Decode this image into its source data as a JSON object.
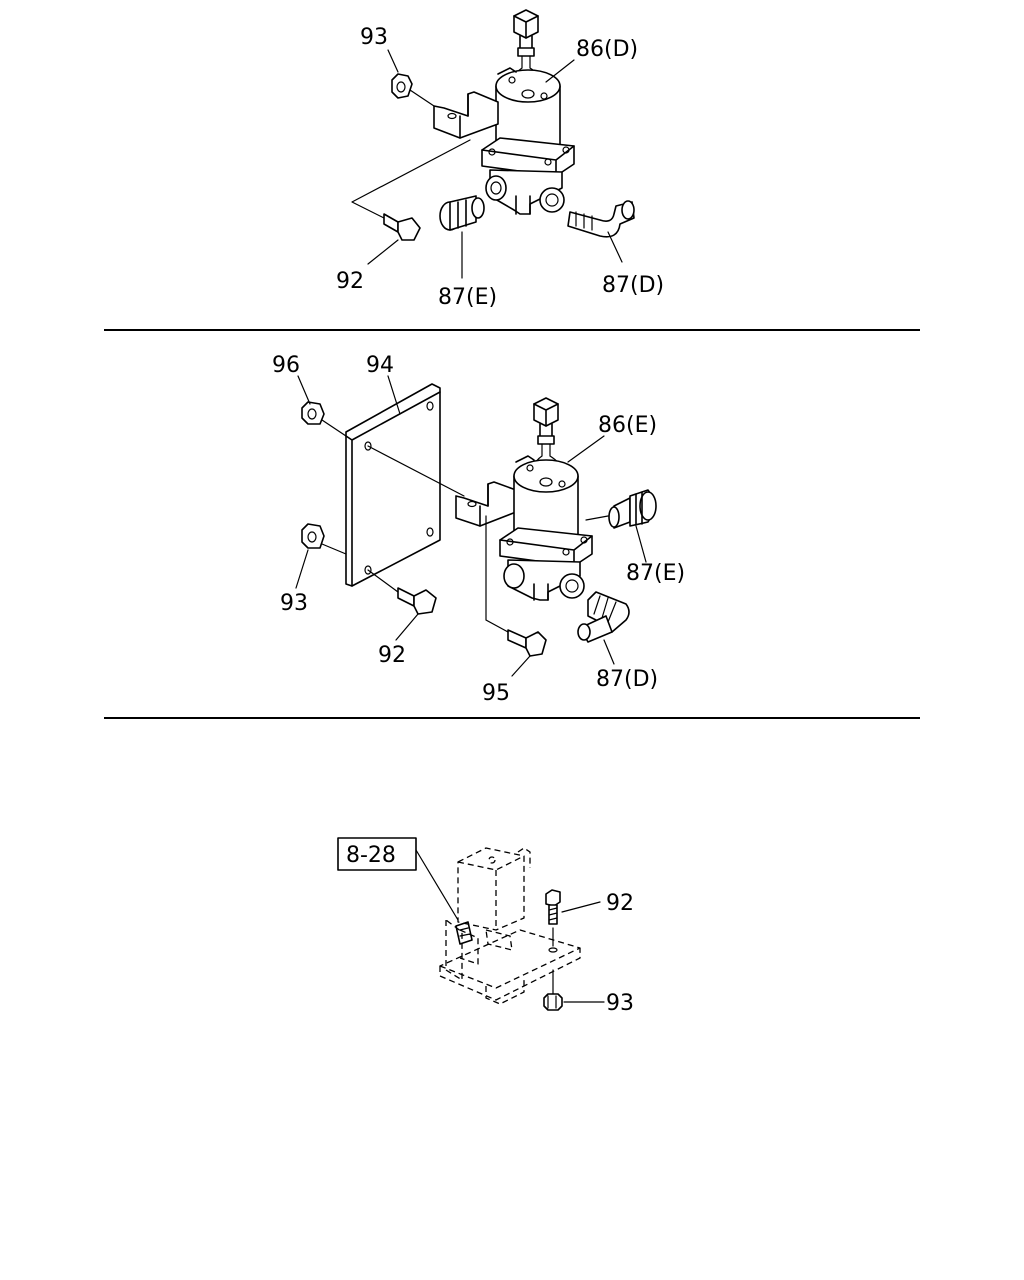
{
  "section1": {
    "labels": {
      "nut": "93",
      "valve": "86(D)",
      "bolt": "92",
      "fitting_e": "87(E)",
      "fitting_d": "87(D)"
    }
  },
  "section2": {
    "labels": {
      "nut_top": "96",
      "plate": "94",
      "valve": "86(E)",
      "fitting_e": "87(E)",
      "nut_bottom": "93",
      "bolt_left": "92",
      "bolt_right": "95",
      "fitting_d": "87(D)"
    }
  },
  "section3": {
    "ref_box": "8-28",
    "labels": {
      "bolt": "92",
      "nut": "93"
    }
  }
}
